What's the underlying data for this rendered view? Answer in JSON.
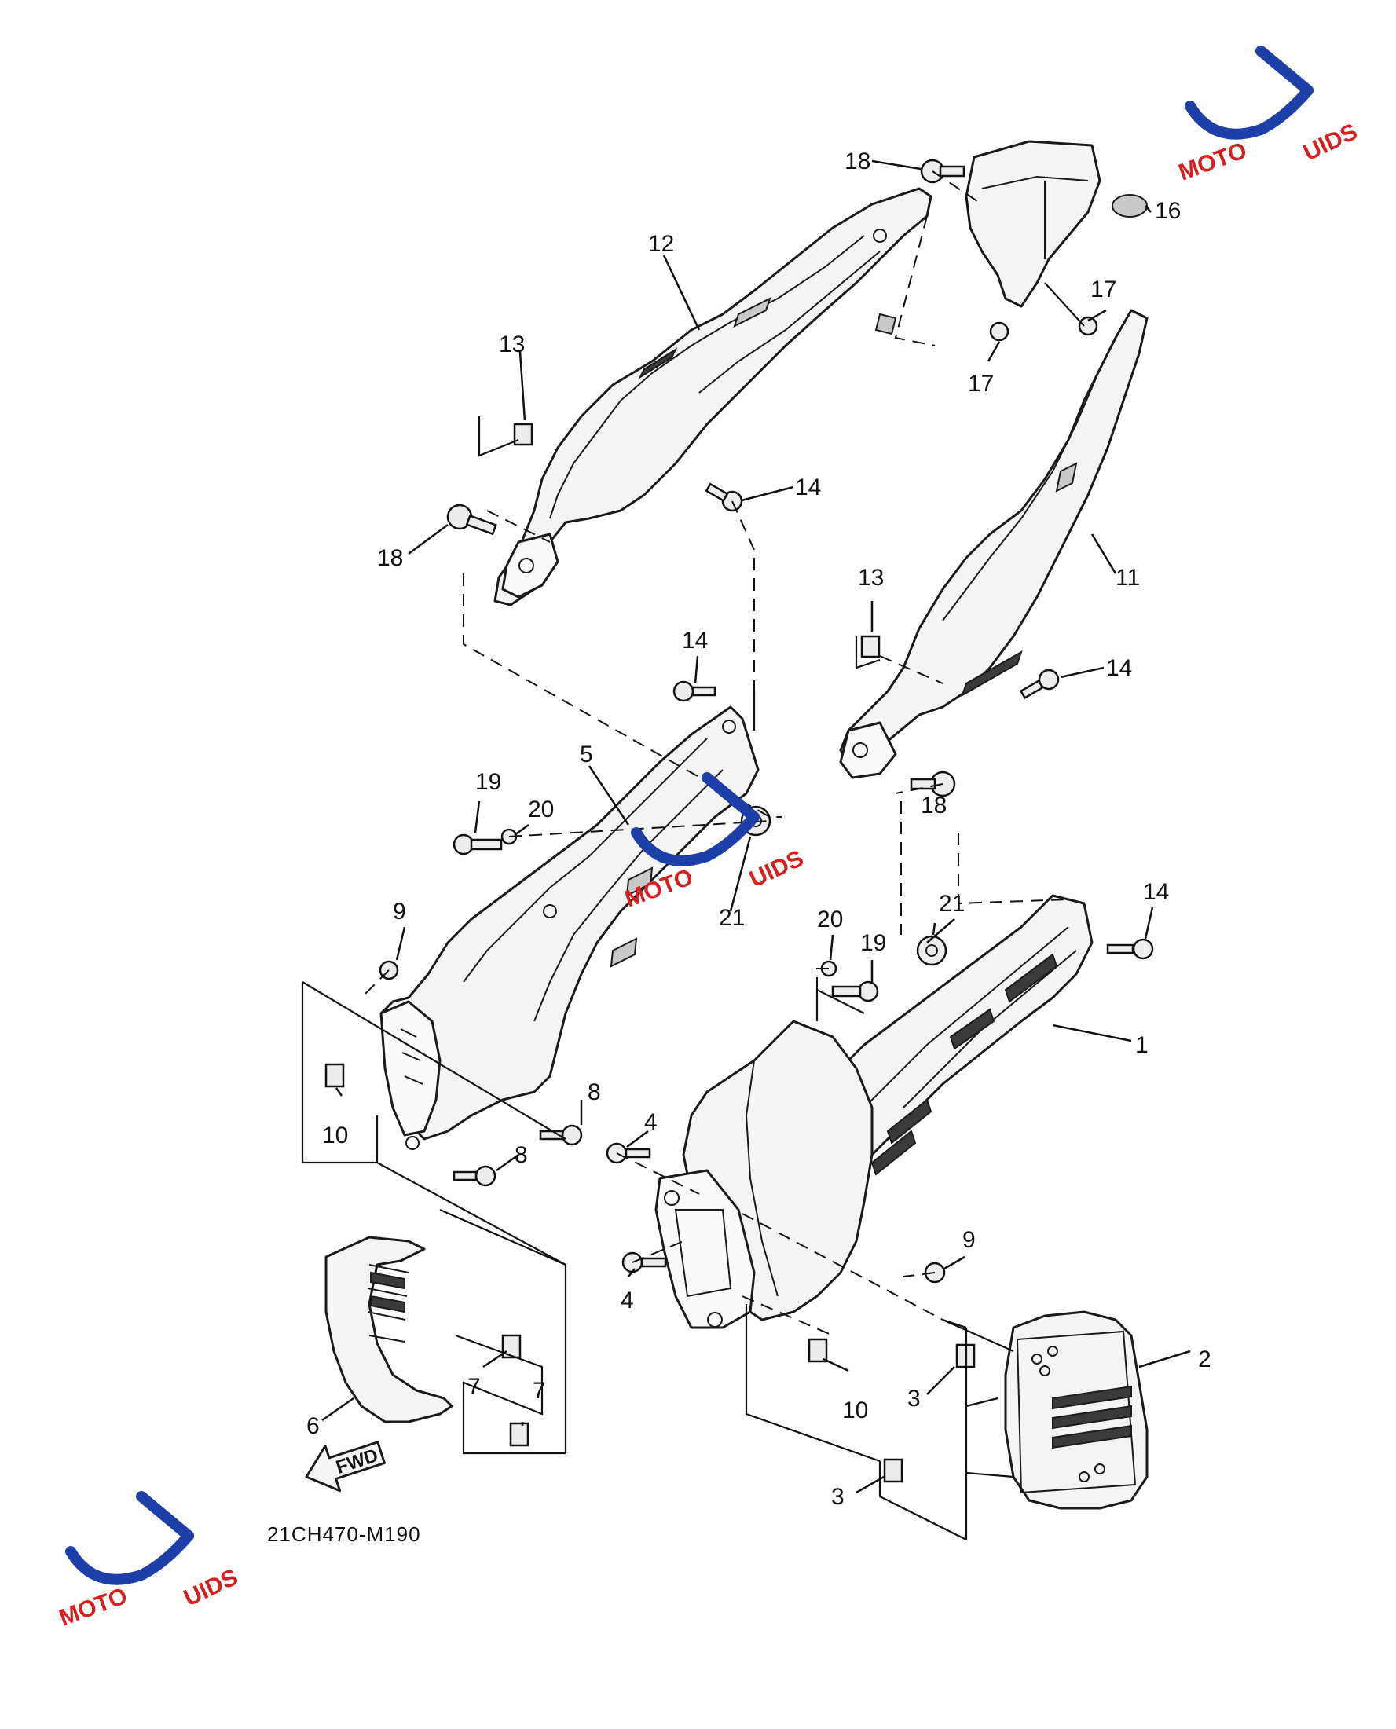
{
  "diagram": {
    "callouts": [
      "1",
      "2",
      "3",
      "3",
      "4",
      "4",
      "5",
      "6",
      "7",
      "7",
      "8",
      "8",
      "9",
      "9",
      "10",
      "10",
      "11",
      "12",
      "13",
      "13",
      "14",
      "14",
      "14",
      "14",
      "16",
      "17",
      "17",
      "18",
      "18",
      "18",
      "19",
      "19",
      "20",
      "20",
      "21",
      "21"
    ],
    "fwd_label": "FWD",
    "figure_code": "21CH470-M190"
  },
  "watermark": {
    "word_prefix": "MOTO",
    "word_suffix": "UIDS",
    "color_blue": "#1f3fa8",
    "color_red": "#d62020"
  }
}
